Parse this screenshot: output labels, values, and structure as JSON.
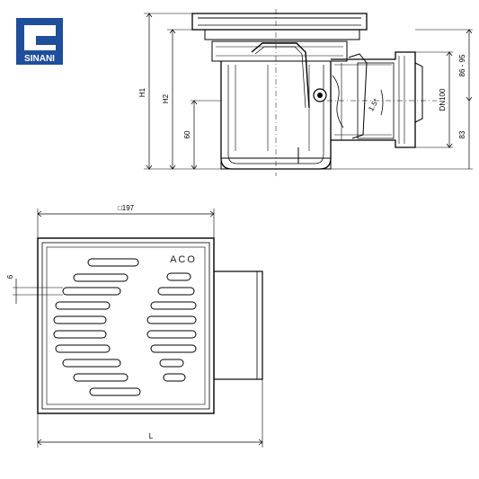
{
  "logo": {
    "text": "SINANI",
    "color": "#1f4e9a"
  },
  "side_view": {
    "dimensions": {
      "h1": "H1",
      "h2": "H2",
      "inlet_height": "60",
      "slope": "1.5°",
      "outlet": "DN100",
      "range": "86 - 95",
      "lower": "83"
    }
  },
  "top_view": {
    "brand": "ACO",
    "dimensions": {
      "width": "□197",
      "length": "L",
      "slot": "6"
    }
  }
}
